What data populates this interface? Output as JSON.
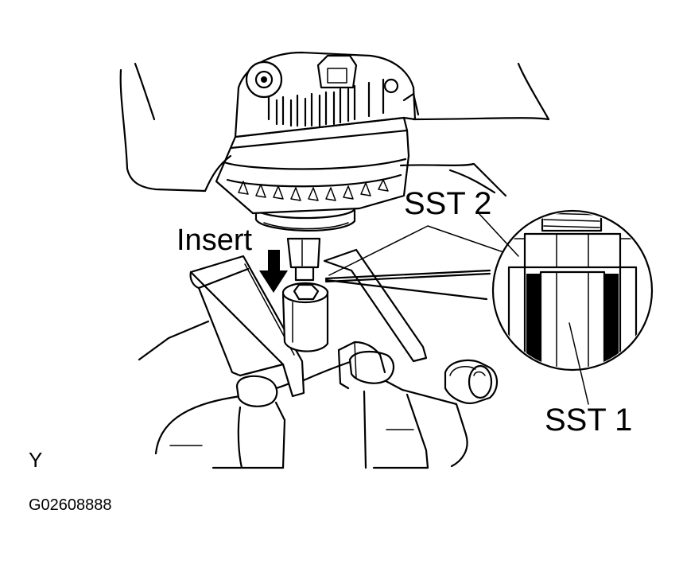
{
  "labels": {
    "insert": "Insert",
    "sst2": "SST 2",
    "sst1": "SST 1",
    "corner_letter": "Y",
    "figure_code": "G02608888"
  }
}
